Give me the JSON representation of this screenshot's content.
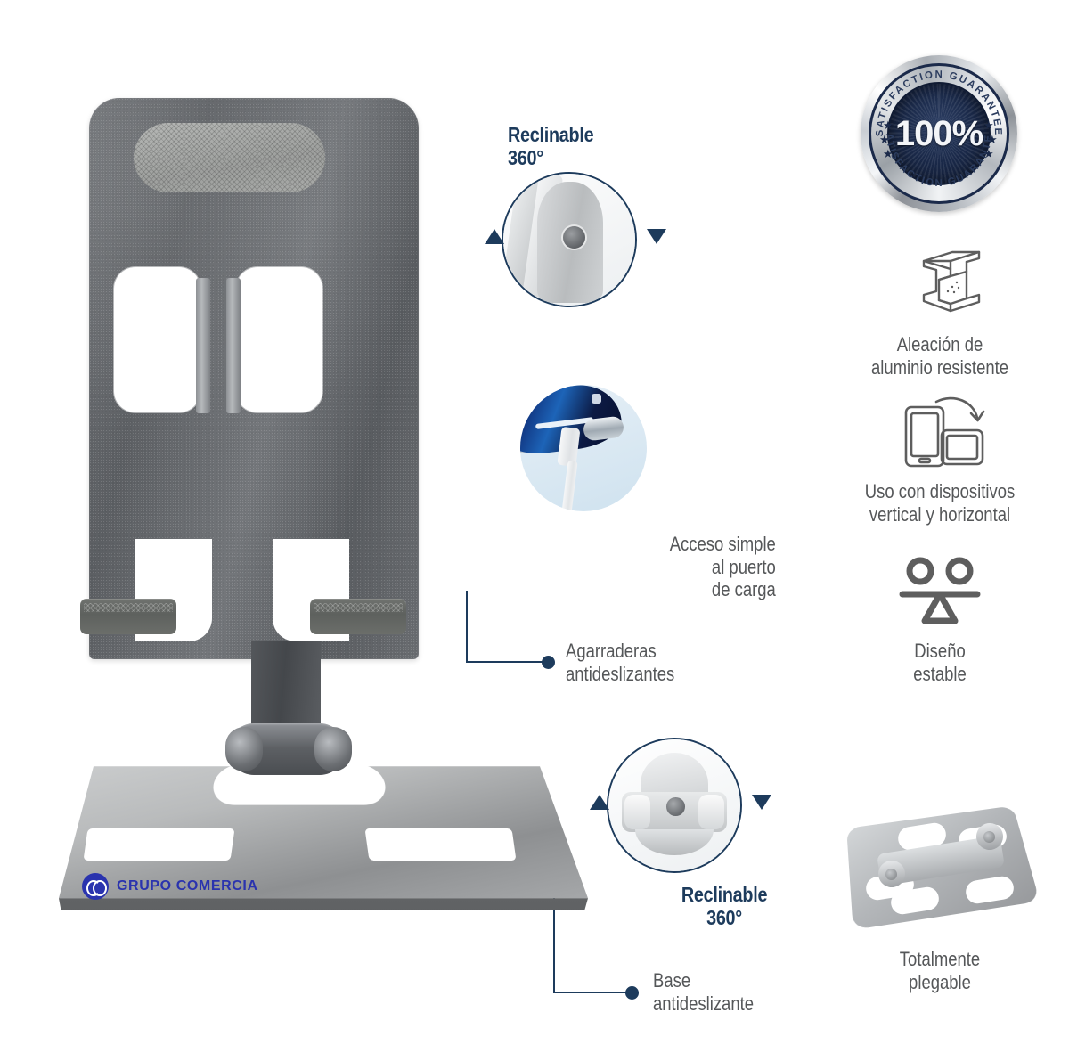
{
  "brand": {
    "name": "GRUPO COMERCIA",
    "mark_icon": "gc-monogram-icon",
    "color": "#2a33ae"
  },
  "badge": {
    "center_text": "100%",
    "arc_top": "SATISFACTION  GUARANTEE",
    "arc_bottom": "SATISFACTION  GUARANTEE",
    "star_glyph": "★",
    "accent_color": "#1b2a4a"
  },
  "callouts": [
    {
      "id": "reclinable-top",
      "label": "Reclinable\n360°",
      "style": "navy",
      "icon": "hinge-closeup-photo"
    },
    {
      "id": "puerto-carga",
      "label": "Acceso simple\nal puerto\nde carga",
      "style": "gray",
      "icon": "charging-port-closeup-photo"
    },
    {
      "id": "agarraderas",
      "label": "Agarraderas\nantideslizantes",
      "style": "gray",
      "icon": "leader-line"
    },
    {
      "id": "reclinable-bottom",
      "label": "Reclinable\n360°",
      "style": "navy",
      "icon": "base-hinge-closeup-photo"
    },
    {
      "id": "base-antideslizante",
      "label": "Base\nantideslizante",
      "style": "gray",
      "icon": "leader-line"
    }
  ],
  "features": [
    {
      "id": "aluminio",
      "label": "Aleación de\naluminio resistente",
      "icon": "aluminium-beam-icon"
    },
    {
      "id": "orientacion",
      "label": "Uso con dispositivos\nvertical y horizontal",
      "icon": "device-rotate-icon"
    },
    {
      "id": "estable",
      "label": "Diseño\nestable",
      "icon": "balance-scale-icon"
    },
    {
      "id": "plegable",
      "label": "Totalmente\nplegable",
      "icon": "folded-stand-photo"
    }
  ],
  "colors": {
    "navy": "#1d3b5c",
    "gray_text": "#555759",
    "icon_stroke": "#5e5e5e",
    "background": "#ffffff"
  }
}
